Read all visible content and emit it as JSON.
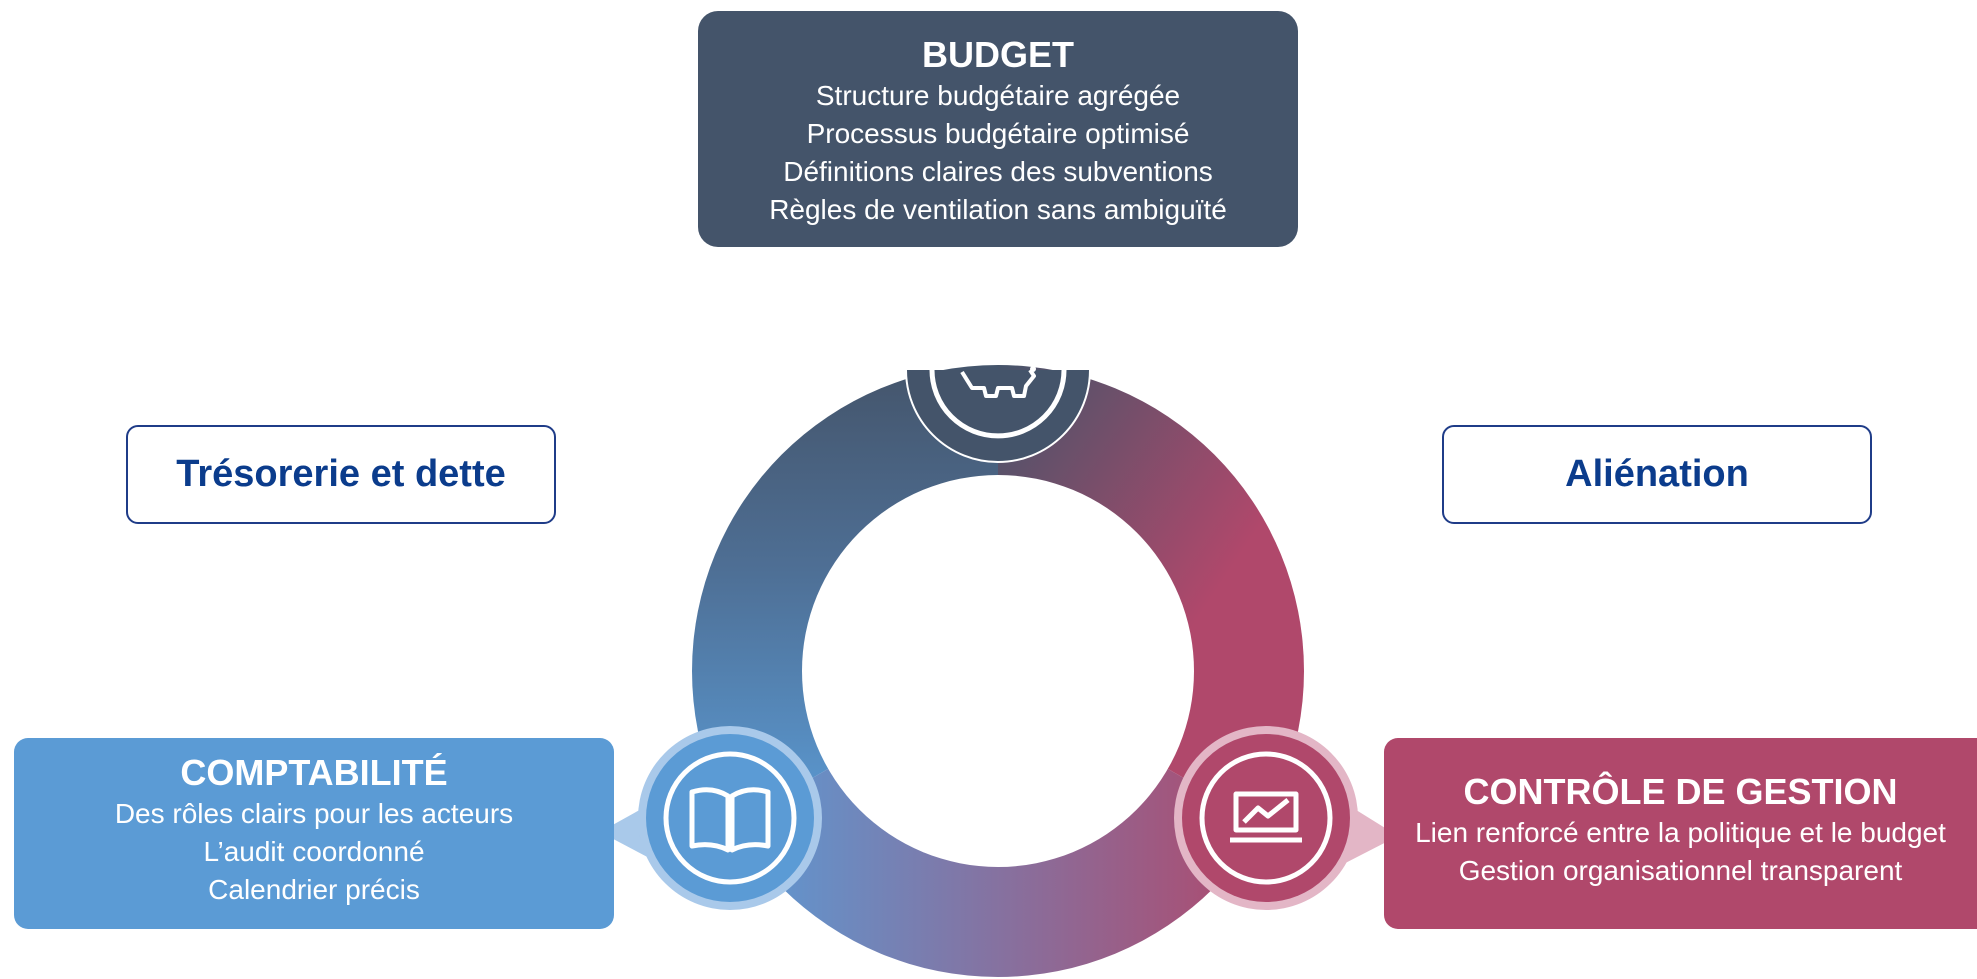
{
  "budget": {
    "title": "BUDGET",
    "lines": [
      "Structure budgétaire agrégée",
      "Processus budgétaire optimisé",
      "Définitions claires des subventions",
      "Règles de ventilation sans ambiguïté"
    ]
  },
  "tresorerie": {
    "label": "Trésorerie et dette"
  },
  "alienation": {
    "label": "Aliénation"
  },
  "comptabilite": {
    "title": "COMPTABILITÉ",
    "lines": [
      "Des rôles clairs pour les acteurs",
      "L’audit coordonné",
      "Calendrier précis"
    ]
  },
  "controle": {
    "title": "CONTRÔLE DE GESTION",
    "lines": [
      "Lien renforcé entre la politique et le budget",
      "Gestion organisationnel transparent"
    ]
  },
  "icons": [
    "piggy-bank-icon",
    "book-icon",
    "chart-monitor-icon"
  ],
  "colors": {
    "budget": "#44546a",
    "comptabilite": "#5b9bd5",
    "controle": "#b0486b",
    "outline_text": "#0b3c8c"
  }
}
